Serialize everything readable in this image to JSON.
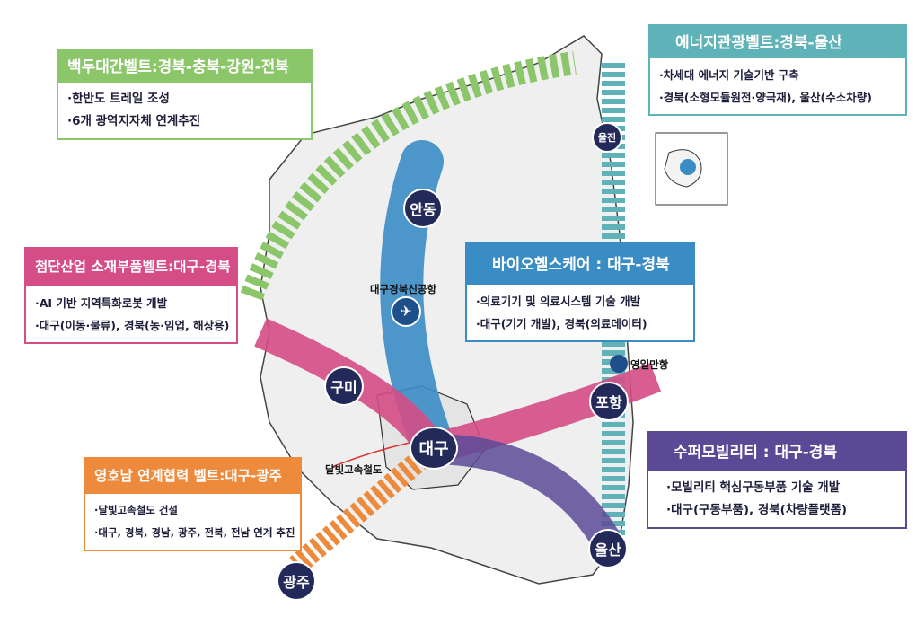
{
  "belts": {
    "baekdu": {
      "title": "백두대간벨트:경북-충북-강원-전북",
      "items": [
        "·한반도 트레일 조성",
        "·6개 광역지자체 연계추진"
      ],
      "color": "#8cc66a"
    },
    "energy": {
      "title": "에너지관광벨트:경북-울산",
      "items": [
        "·차세대 에너지 기술기반 구축",
        "·경북(소형모듈원전·양극재), 울산(수소차량)"
      ],
      "color": "#5fb3b8"
    },
    "advanced": {
      "title": "첨단산업 소재부품벨트:대구-경북",
      "items": [
        "·AI 기반 지역특화로봇 개발",
        "·대구(이동·물류), 경북(농·임업, 해상용)"
      ],
      "color": "#d44d86"
    },
    "bio": {
      "title": "바이오헬스케어 : 대구-경북",
      "items": [
        "·의료기기 및 의료시스템 기술 개발",
        "·대구(기기 개발), 경북(의료데이터)"
      ],
      "color": "#3a8cc4"
    },
    "yeongho": {
      "title": "영호남 연계협력 벨트:대구-광주",
      "items": [
        "·달빛고속철도 건설",
        "·대구, 경북, 경남, 광주, 전북, 전남 연계 추진"
      ],
      "color": "#ee8a3c"
    },
    "mobility": {
      "title": "수퍼모빌리티 : 대구-경북",
      "items": [
        "·모빌리티 핵심구동부품 기술 개발",
        "·대구(구동부품), 경북(차량플랫폼)"
      ],
      "color": "#5a4a96"
    }
  },
  "cities": [
    "안동",
    "구미",
    "대구",
    "포항",
    "울산",
    "광주",
    "울진"
  ],
  "labels": {
    "airport": "대구경북신공항",
    "port": "영일만항",
    "rail": "달빛고속철도"
  }
}
